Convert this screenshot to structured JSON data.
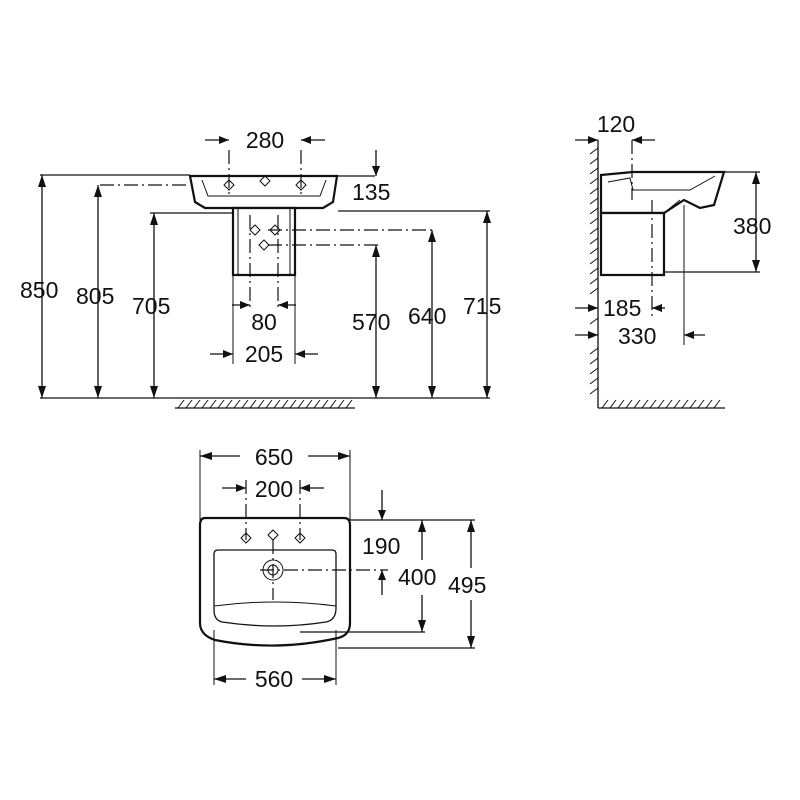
{
  "front_view": {
    "tap_hole_spacing": "280",
    "basin_depth": "135",
    "total_height": "850",
    "rim_height": "805",
    "pedestal_top_height": "705",
    "pedestal_width": "80",
    "pedestal_base_width": "205",
    "outlet_height_low": "570",
    "outlet_height_high": "640",
    "fixing_height": "715"
  },
  "side_view": {
    "wall_offset": "120",
    "basin_height": "380",
    "outlet_projection": "185",
    "pedestal_projection": "330"
  },
  "top_view": {
    "overall_width": "650",
    "tap_hole_spacing": "200",
    "tap_to_rim": "190",
    "waste_to_wall": "400",
    "overall_depth": "495",
    "bowl_width": "560"
  }
}
